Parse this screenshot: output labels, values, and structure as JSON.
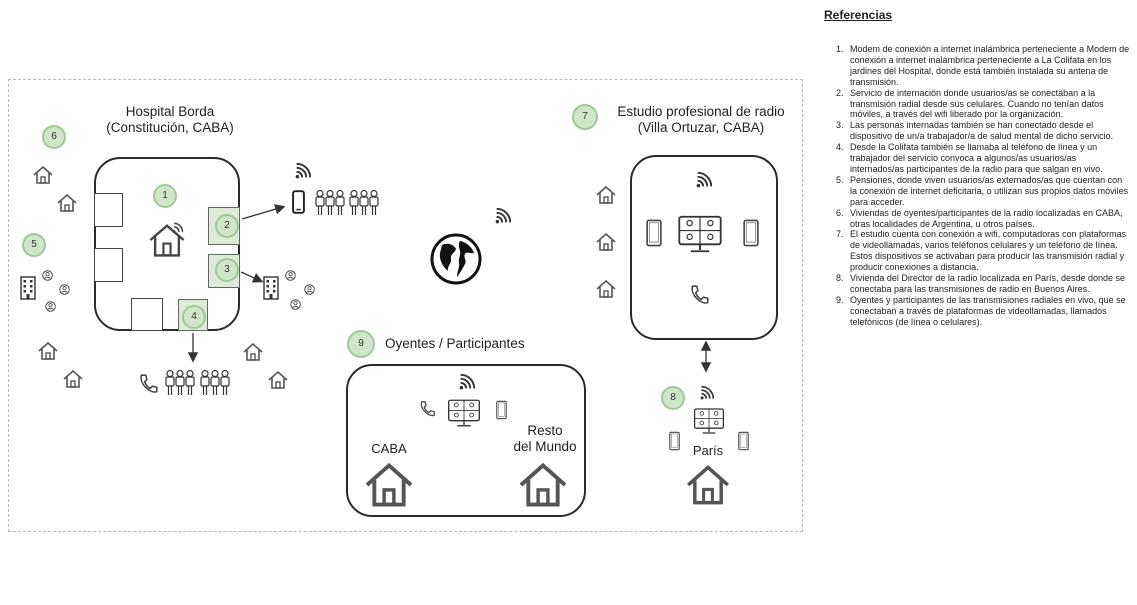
{
  "hospital": {
    "title_line1": "Hospital Borda",
    "title_line2": "(Constitución, CABA)",
    "badge1": "1",
    "badge2": "2",
    "badge3": "3",
    "badge4": "4"
  },
  "estudio": {
    "badge": "7",
    "title_line1": "Estudio profesional de radio",
    "title_line2": "(Villa Ortuzar, CABA)"
  },
  "left_side": {
    "badge_viviendas": "6",
    "badge_pensiones": "5"
  },
  "oyentes": {
    "badge": "9",
    "title": "Oyentes / Participantes",
    "caba": "CABA",
    "resto_line1": "Resto",
    "resto_line2": "del Mundo"
  },
  "director": {
    "badge": "8",
    "city": "París"
  },
  "references": {
    "heading": "Referencias",
    "items": [
      "Modem de conexión a internet inalámbrica perteneciente a Modem de conexión a internet inalámbrica perteneciente a La Colifata en los jardines del Hospital, donde está también instalada su antena de transmisión.",
      "Servicio de internación donde usuarios/as se conectaban a la transmisión radial desde sus celulares. Cuando no tenían datos móviles, a través del wifi liberado por la organización.",
      "Las personas internadas también se han conectado desde el dispositivo de un/a trabajador/a de salud mental de dicho servicio.",
      "Desde la Colifata también se llamaba al teléfono de línea y un trabajador del servicio convoca a algunos/as usuarios/as internados/as participantes de la radio para que salgan en vivo.",
      "Pensiones, donde viven usuarios/as externados/as que cuentan con la conexión de internet deficitaria, o utilizan sus propios datos móviles para acceder.",
      "Viviendas de oyentes/participantes de la radio localizadas en CABA, otras localidades de Argentina, u otros países.",
      "El estudio cuenta con conexión a wifi, computadoras con plataformas de videollamadas, varios teléfonos celulares y un teléfono de línea. Estos dispositivos se activaban para producir las transmisión radial y producir conexiones a distancia.",
      "Vivienda del Director de la radio localizada en París, desde donde se conectaba para las transmisiones de radio en Buenos Aires.",
      "Oyentes y participantes de las transmisiones radiales en vivo, que se conectaban a través de plataformas de videollamadas, llamados telefónicos (de línea o celulares)."
    ]
  },
  "icons": [
    "house-icon",
    "wifi-icon",
    "phone-icon",
    "mobile-phone-icon",
    "people-icon",
    "building-icon",
    "person-icon",
    "globe-icon",
    "computer-icon",
    "tablet-icon",
    "arrow-icon"
  ]
}
